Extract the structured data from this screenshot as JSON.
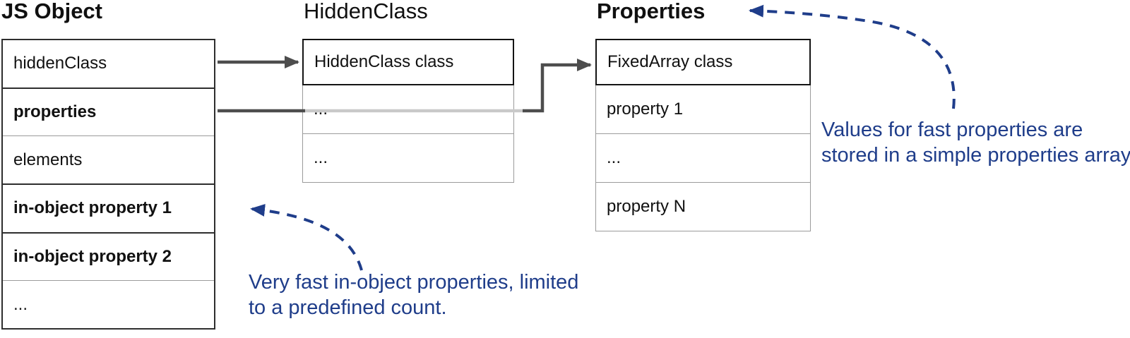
{
  "diagram": {
    "js_object": {
      "title": "JS Object",
      "rows": [
        {
          "label": "hiddenClass"
        },
        {
          "label": "properties"
        },
        {
          "label": "elements"
        },
        {
          "label": "in-object property 1"
        },
        {
          "label": "in-object property 2"
        },
        {
          "label": "..."
        }
      ]
    },
    "hidden_class": {
      "title": "HiddenClass",
      "rows": [
        {
          "label": "HiddenClass class"
        },
        {
          "label": "..."
        },
        {
          "label": "..."
        }
      ]
    },
    "properties": {
      "title": "Properties",
      "rows": [
        {
          "label": "FixedArray class"
        },
        {
          "label": "property 1"
        },
        {
          "label": "..."
        },
        {
          "label": "property N"
        }
      ]
    },
    "annotations": {
      "fast_properties_note": "Values for fast properties are stored in a simple properties array.",
      "in_object_note": "Very fast in-object properties, limited to a predefined count."
    },
    "colors": {
      "annotation_blue": "#1f3d8a",
      "arrow_dark": "#4d4d4d",
      "arrow_faded": "#c9c9c9"
    }
  }
}
